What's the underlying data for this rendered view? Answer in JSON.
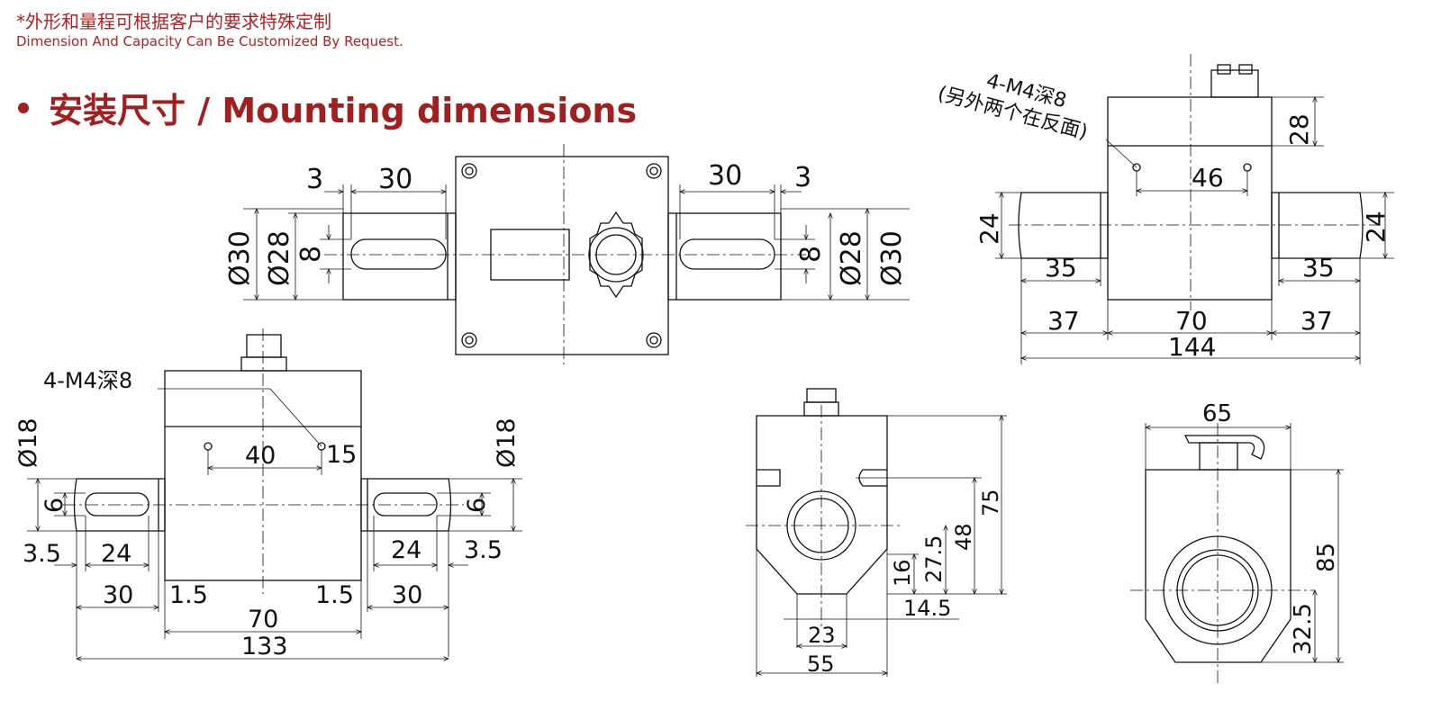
{
  "header": {
    "note_cn": "*外形和量程可根据客户的要求特殊定制",
    "note_en": "Dimension And Capacity Can Be Customized By Request.",
    "title": "安装尺寸 / Mounting dimensions"
  },
  "colors": {
    "accent": "#a21f1f",
    "line": "#111111"
  },
  "views": {
    "top": {
      "dims": [
        "3",
        "30",
        "30",
        "3",
        "Ø30",
        "Ø28",
        "8",
        "8",
        "Ø28",
        "Ø30"
      ]
    },
    "right_side": {
      "callout_1": "4-M4深8",
      "callout_2": "(另外两个在反面)",
      "dims": [
        "28",
        "46",
        "24",
        "24",
        "35",
        "35",
        "37",
        "70",
        "37",
        "144"
      ]
    },
    "front": {
      "callout": "4-M4深8",
      "dims": [
        "Ø18",
        "Ø18",
        "40",
        "15",
        "6",
        "6",
        "3.5",
        "24",
        "24",
        "3.5",
        "30",
        "1.5",
        "1.5",
        "30",
        "70",
        "133"
      ]
    },
    "end": {
      "dims": [
        "75",
        "48",
        "27.5",
        "16",
        "14.5",
        "23",
        "55"
      ]
    },
    "end2": {
      "dims": [
        "65",
        "85",
        "32.5"
      ]
    }
  }
}
